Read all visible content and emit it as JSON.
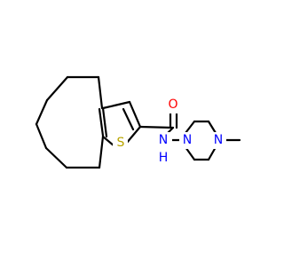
{
  "colors": {
    "carbon": "#000000",
    "sulfur": "#b8a400",
    "oxygen": "#ff0000",
    "nitrogen": "#0000ff"
  },
  "atoms": {
    "sulfur": "S",
    "oxygen": "O",
    "amide_nitrogen": "N",
    "amide_hydrogen": "H",
    "piperazine_nitrogen_1": "N",
    "piperazine_nitrogen_4": "N"
  }
}
